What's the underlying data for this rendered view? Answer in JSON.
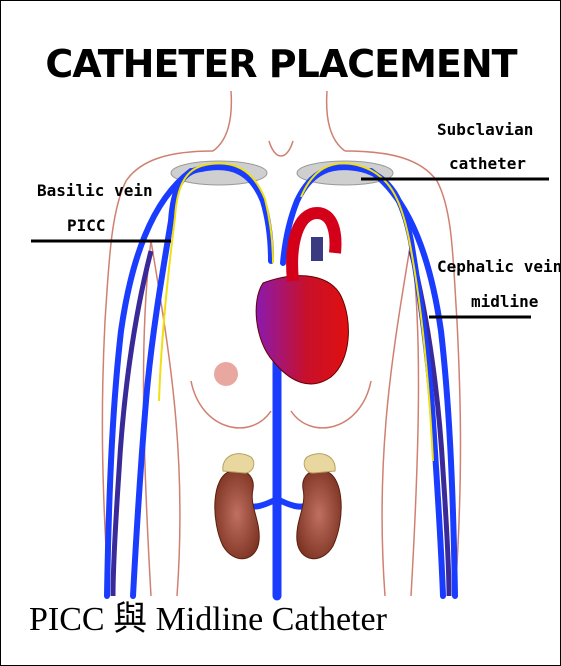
{
  "title": "CATHETER PLACEMENT",
  "labels": {
    "basilic_line1": "Basilic vein",
    "basilic_line2": "PICC",
    "subclavian_line1": "Subclavian",
    "subclavian_line2": "catheter",
    "cephalic_line1": "Cephalic vein",
    "cephalic_line2": "midline"
  },
  "caption": "PICC 與 Midline Catheter",
  "colors": {
    "vein": "#1a3cff",
    "deep_vein": "#3a2a99",
    "catheter": "#f0e010",
    "heart": "#d4001a",
    "heart_purple": "#7a1aa0",
    "body_outline": "#d08070",
    "kidney": "#9a4a3a",
    "adrenal": "#e8d8a0"
  }
}
